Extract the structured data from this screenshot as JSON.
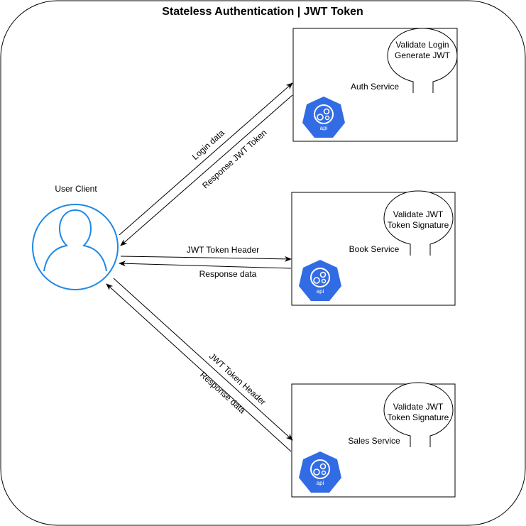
{
  "title": "Stateless Authentication | JWT Token",
  "client": {
    "label": "User Client"
  },
  "services": [
    {
      "name": "Auth Service",
      "bubble": [
        "Validate Login",
        "Generate JWT"
      ],
      "icon_label": "api"
    },
    {
      "name": "Book Service",
      "bubble": [
        "Validate JWT",
        "Token Signature"
      ],
      "icon_label": "api"
    },
    {
      "name": "Sales Service",
      "bubble": [
        "Validate JWT",
        "Token Signature"
      ],
      "icon_label": "api"
    }
  ],
  "flows": {
    "auth_request": "Login data",
    "auth_response": "Response JWT Token",
    "book_request": "JWT Token Header",
    "book_response": "Response data",
    "sales_request": "JWT Token Header",
    "sales_response": "Response data"
  },
  "colors": {
    "accent": "#1e88e5",
    "icon_fill": "#326ce5",
    "stroke": "#000000"
  },
  "icons": {
    "client": "user-icon",
    "service": "api-gear-icon"
  }
}
